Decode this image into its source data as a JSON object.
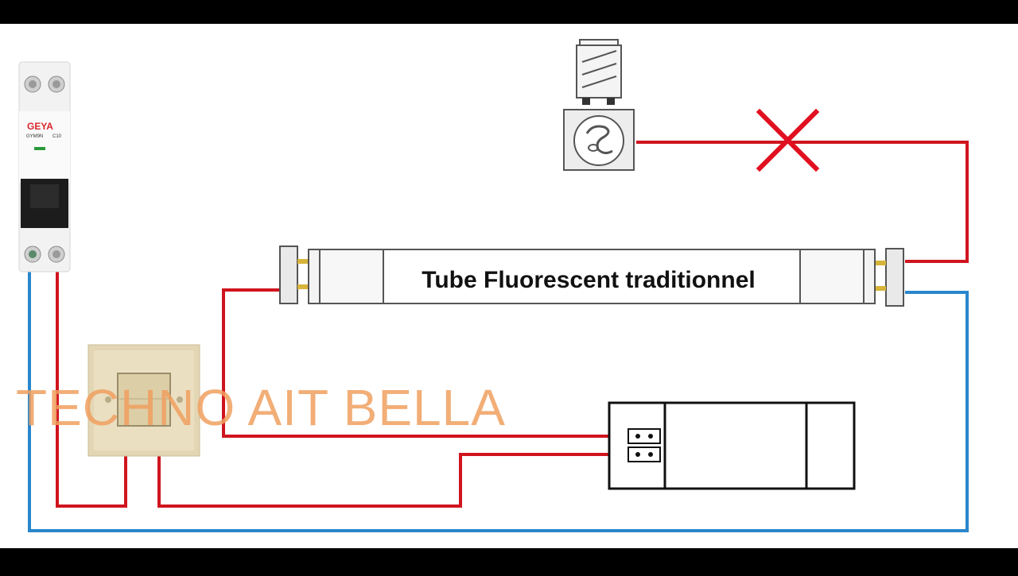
{
  "colors": {
    "phase_wire": "#d0141e",
    "neutral_wire": "#2a86cc",
    "cross_mark": "#e01020",
    "watermark": "#f0a060"
  },
  "tube": {
    "label": "Tube Fluorescent traditionnel"
  },
  "breaker": {
    "brand": "GEYA",
    "model": "GYM9N",
    "rating": "C10"
  },
  "watermark": {
    "text": "TECHNO AIT BELLA"
  }
}
